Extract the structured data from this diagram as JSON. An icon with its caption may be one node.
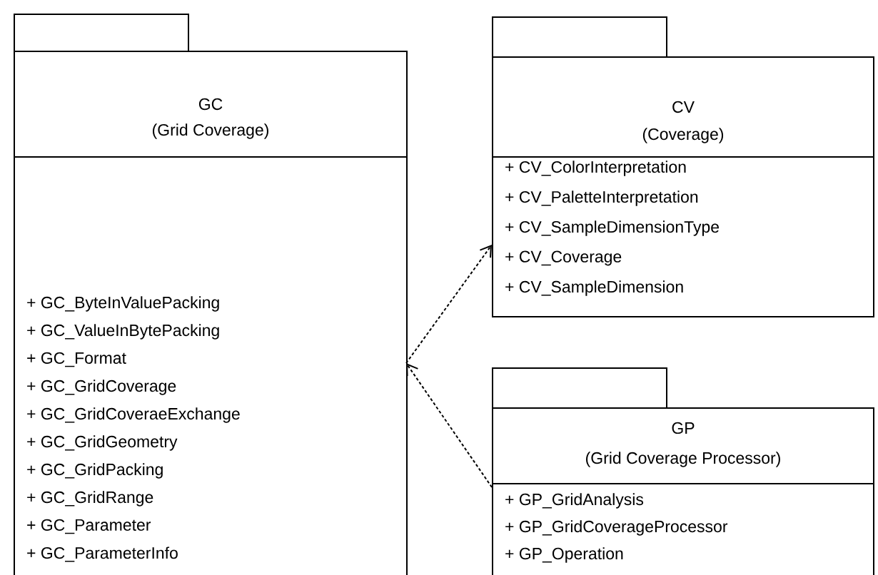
{
  "diagram": {
    "nodes": [
      {
        "text": [
          "GC",
          "(Grid Coverage)",
          "+ GC_ByteInValuePacking",
          "+ GC_ValueInBytePacking",
          "+ GC_Format",
          "+ GC_GridCoverage",
          "+ GC_GridCoveraeExchange",
          "+ GC_GridGeometry",
          "+ GC_GridPacking",
          "+ GC_GridRange",
          "+ GC_Parameter",
          "+ GC_ParameterInfo"
        ]
      },
      {
        "text": [
          "CV",
          "(Coverage)",
          "+ CV_ColorInterpretation",
          "+ CV_PaletteInterpretation",
          "+ CV_SampleDimensionType",
          "+ CV_Coverage",
          "+ CV_SampleDimension"
        ]
      },
      {
        "text": [
          "GP",
          "(Grid Coverage Processor)",
          "+ GP_GridAnalysis",
          "+ GP_GridCoverageProcessor",
          "+ GP_Operation"
        ]
      }
    ],
    "edges": [
      {
        "from": 0,
        "to": 1,
        "arrow": "to",
        "style": "dashed"
      },
      {
        "from": 2,
        "to": 0,
        "arrow": "to",
        "style": "dashed"
      }
    ]
  }
}
